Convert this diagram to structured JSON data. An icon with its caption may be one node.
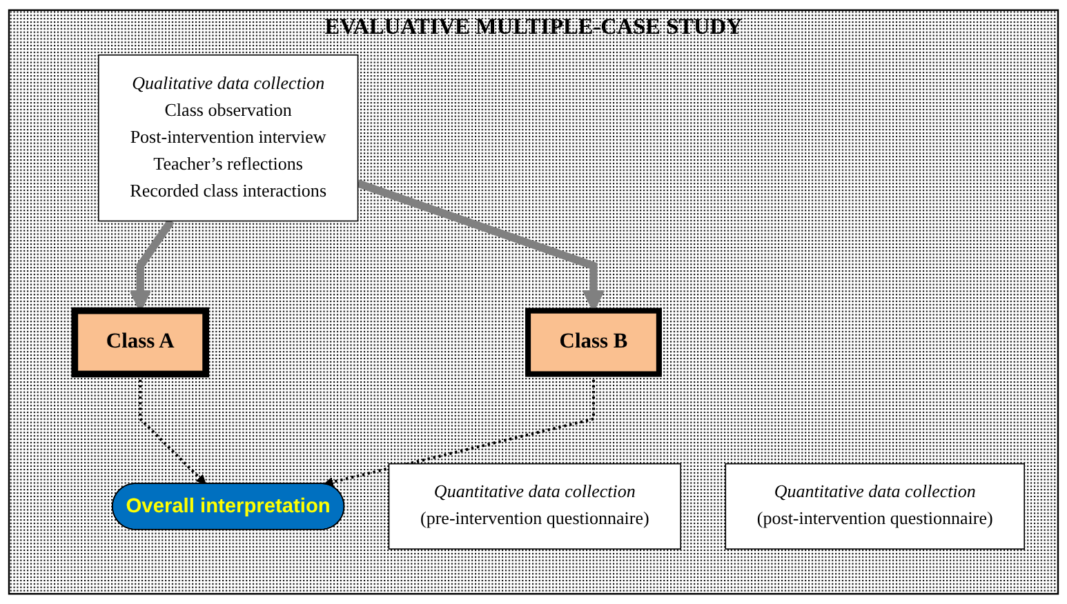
{
  "diagram": {
    "nodes": [
      {
        "text": [
          "EVALUATIVE MULTIPLE-CASE STUDY"
        ]
      },
      {
        "text": [
          "Class A"
        ],
        "in": 0
      },
      {
        "text": [
          "Quantitative data collection",
          "(pre-intervention questionnaire)"
        ],
        "in": 0
      },
      {
        "text": [
          "Qualitative data collection",
          "Class observation",
          "Post-intervention interview",
          "Teacher’s reflections",
          "Recorded class interactions"
        ],
        "in": 0
      },
      {
        "text": [
          "Quantitative data collection",
          "(post-intervention questionnaire)"
        ],
        "in": 0
      },
      {
        "text": [
          "Class B"
        ],
        "in": 0
      },
      {
        "text": [
          "Overall interpretation"
        ],
        "in": 0
      }
    ],
    "edges": [
      {
        "from": 3,
        "to": 1,
        "arrow": "to",
        "style": "thick",
        "color": "#808080"
      },
      {
        "from": 3,
        "to": 5,
        "arrow": "to",
        "style": "thick",
        "color": "#808080"
      },
      {
        "from": 1,
        "to": 6,
        "arrow": "to",
        "style": "dashed",
        "color": "#000000"
      },
      {
        "from": 5,
        "to": 6,
        "arrow": "to",
        "style": "dashed",
        "color": "#000000"
      }
    ]
  }
}
